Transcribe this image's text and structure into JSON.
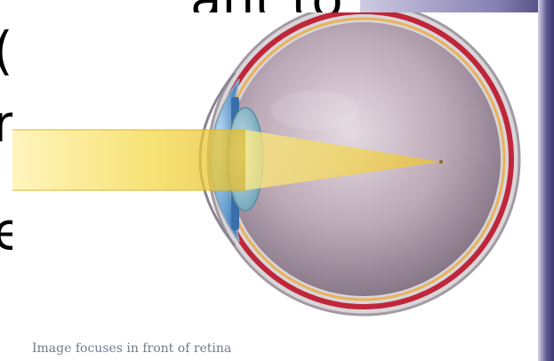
{
  "slide": {
    "text_fragments": [
      "ant to focus in",
      "(",
      "r",
      "e"
    ]
  },
  "figure": {
    "caption": "Image focuses in front of retina"
  },
  "colors": {
    "eye_globe": "#b7a7b3",
    "retina": "#c0263a",
    "light_beam": "#f3d74a",
    "cornea": "#6aa7d8",
    "accent_bar": "#4a4379"
  }
}
